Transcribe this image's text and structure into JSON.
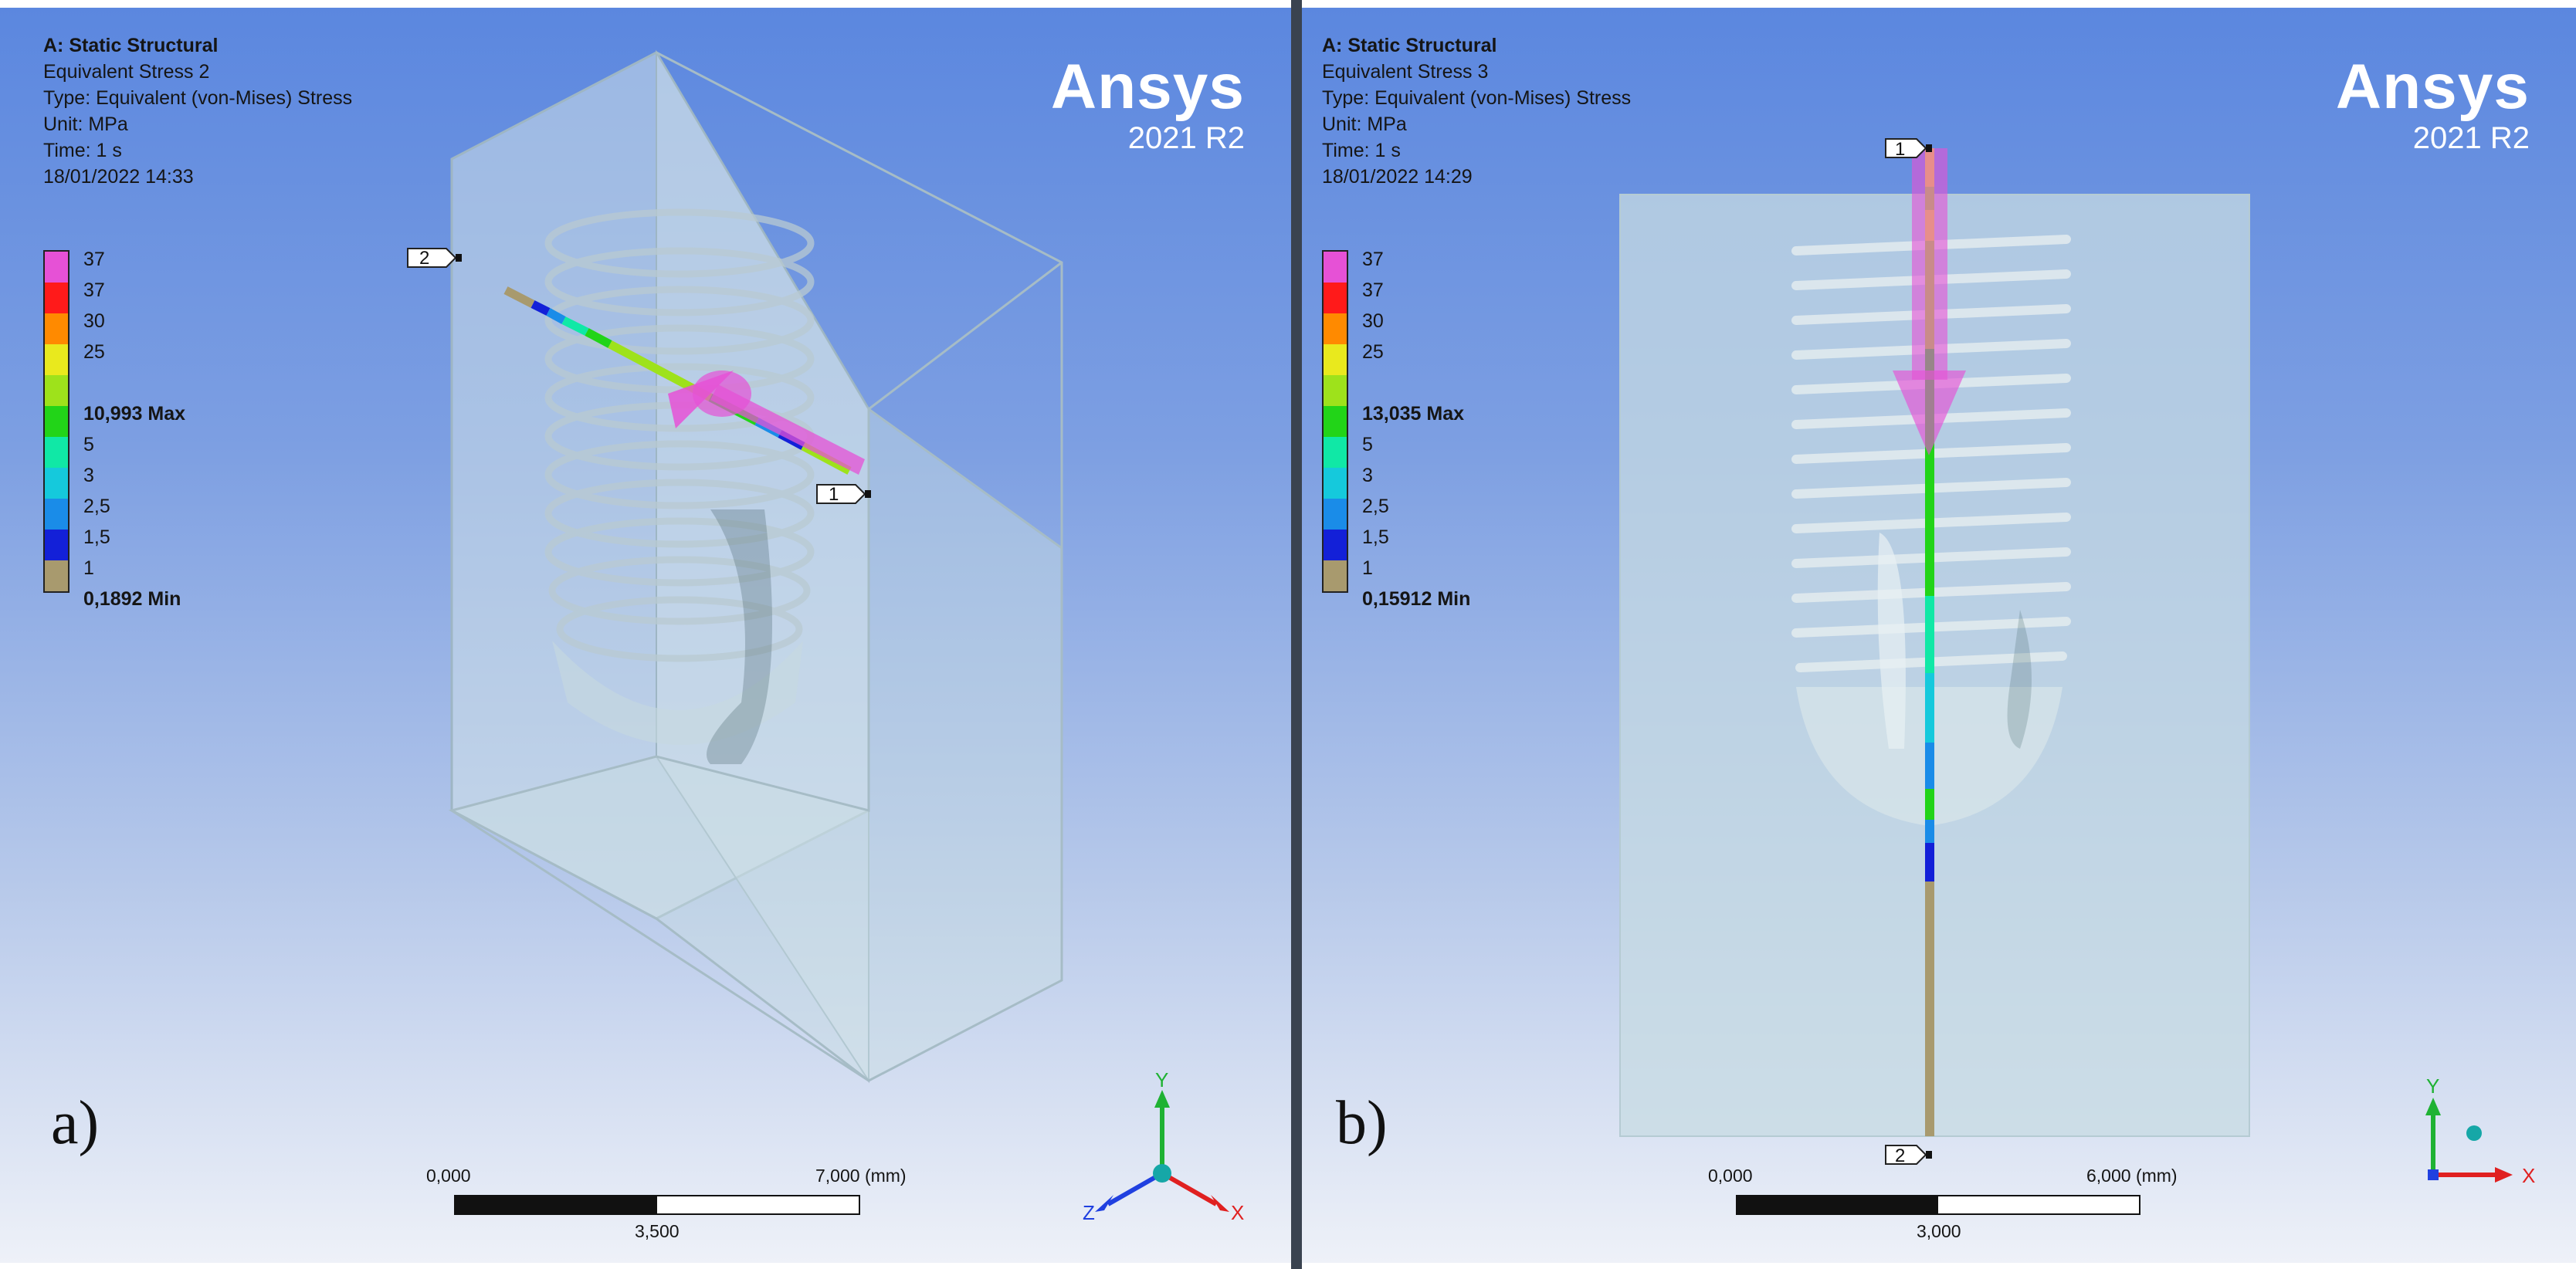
{
  "legend_colors": [
    "#e651d6",
    "#ff1a1a",
    "#ff8a00",
    "#e9e91d",
    "#9ee21b",
    "#22d418",
    "#10e8a6",
    "#15c9dc",
    "#1a8ce8",
    "#1320d8",
    "#a89a6e"
  ],
  "panels": {
    "a": {
      "info": {
        "analysis": "A: Static Structural",
        "result": "Equivalent Stress 2",
        "type": "Type: Equivalent (von-Mises) Stress",
        "unit": "Unit: MPa",
        "time": "Time: 1 s",
        "date": "18/01/2022 14:33"
      },
      "brand": {
        "name": "Ansys",
        "version": "2021 R2"
      },
      "legend": [
        "37",
        "37",
        "30",
        "25",
        "",
        "10,993 Max",
        "5",
        "3",
        "2,5",
        "1,5",
        "1",
        "0,1892 Min"
      ],
      "panel_label": "a)",
      "scale": {
        "left": "0,000",
        "right": "7,000 (mm)",
        "mid": "3,500"
      },
      "probes": [
        "1",
        "2"
      ],
      "axes": {
        "y": "Y",
        "x": "X",
        "z": "Z"
      }
    },
    "b": {
      "info": {
        "analysis": "A: Static Structural",
        "result": "Equivalent Stress 3",
        "type": "Type: Equivalent (von-Mises) Stress",
        "unit": "Unit: MPa",
        "time": "Time: 1 s",
        "date": "18/01/2022 14:29"
      },
      "brand": {
        "name": "Ansys",
        "version": "2021 R2"
      },
      "legend": [
        "37",
        "37",
        "30",
        "25",
        "",
        "13,035 Max",
        "5",
        "3",
        "2,5",
        "1,5",
        "1",
        "0,15912 Min"
      ],
      "panel_label": "b)",
      "scale": {
        "left": "0,000",
        "right": "6,000 (mm)",
        "mid": "3,000"
      },
      "probes": [
        "1",
        "2"
      ],
      "axes": {
        "y": "Y",
        "x": "X"
      }
    }
  }
}
